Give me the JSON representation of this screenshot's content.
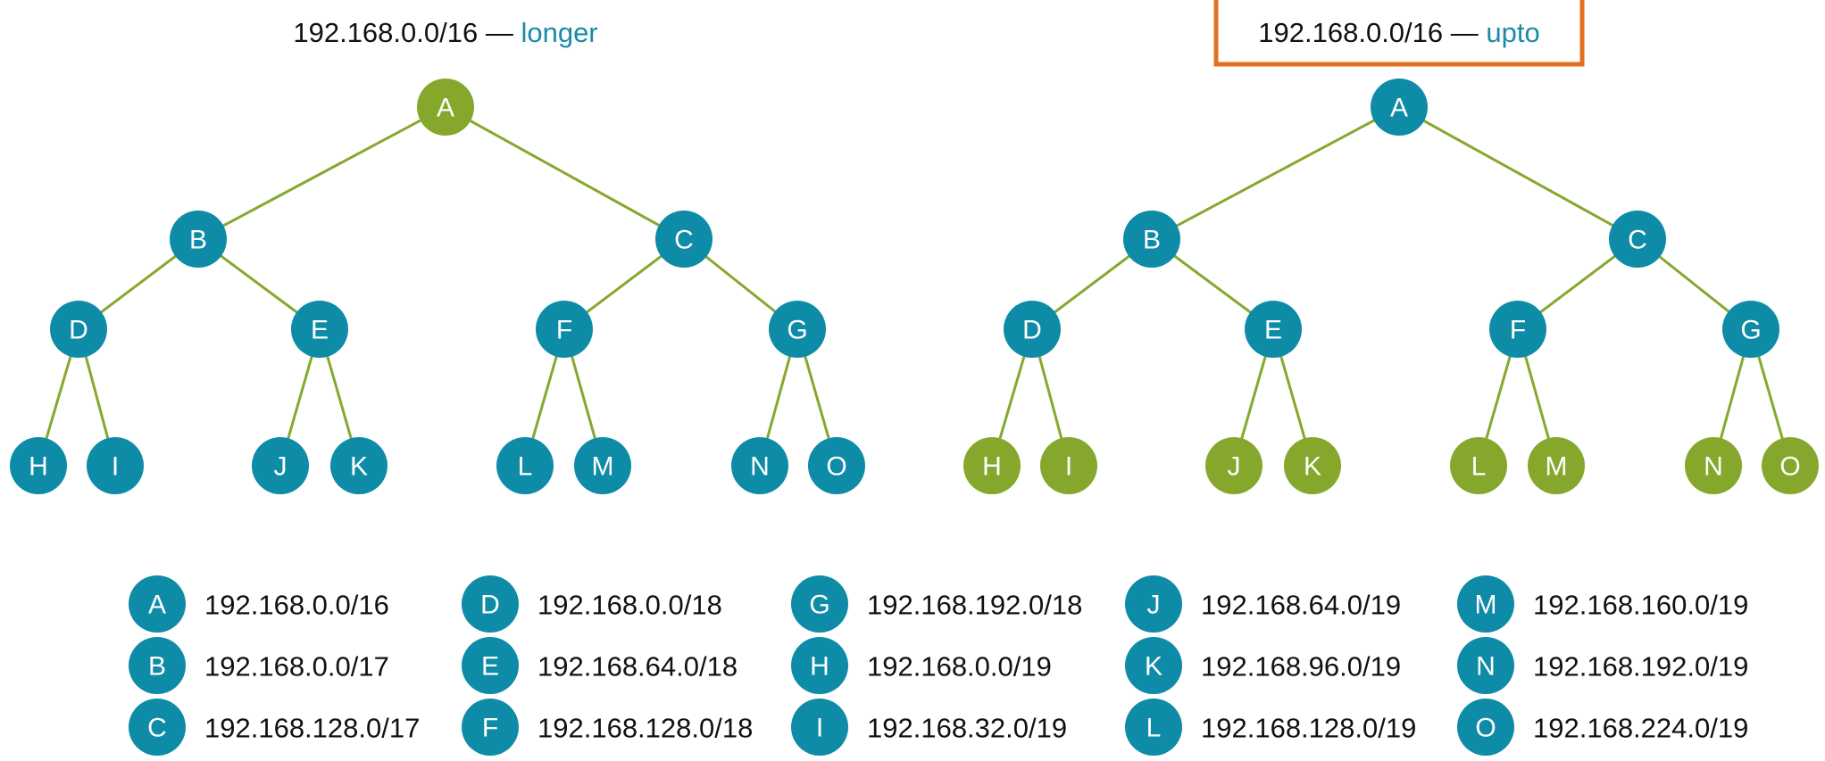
{
  "colors": {
    "blue": "#0e8ba6",
    "green": "#85a82c",
    "highlight_box": "#e2701f",
    "edge": "#86a82e",
    "title_keyword": "#1a8aa8"
  },
  "trees": [
    {
      "title_prefix": "192.168.0.0/16 — ",
      "title_keyword": "longer",
      "highlighted": false,
      "green_nodes": [
        "A"
      ]
    },
    {
      "title_prefix": "192.168.0.0/16 — ",
      "title_keyword": "upto",
      "highlighted": true,
      "green_nodes": [
        "H",
        "I",
        "J",
        "K",
        "L",
        "M",
        "N",
        "O"
      ]
    }
  ],
  "edges": [
    [
      "A",
      "B"
    ],
    [
      "A",
      "C"
    ],
    [
      "B",
      "D"
    ],
    [
      "B",
      "E"
    ],
    [
      "C",
      "F"
    ],
    [
      "C",
      "G"
    ],
    [
      "D",
      "H"
    ],
    [
      "D",
      "I"
    ],
    [
      "E",
      "J"
    ],
    [
      "E",
      "K"
    ],
    [
      "F",
      "L"
    ],
    [
      "F",
      "M"
    ],
    [
      "G",
      "N"
    ],
    [
      "G",
      "O"
    ]
  ],
  "legend": [
    {
      "node": "A",
      "prefix": "192.168.0.0/16"
    },
    {
      "node": "B",
      "prefix": "192.168.0.0/17"
    },
    {
      "node": "C",
      "prefix": "192.168.128.0/17"
    },
    {
      "node": "D",
      "prefix": "192.168.0.0/18"
    },
    {
      "node": "E",
      "prefix": "192.168.64.0/18"
    },
    {
      "node": "F",
      "prefix": "192.168.128.0/18"
    },
    {
      "node": "G",
      "prefix": "192.168.192.0/18"
    },
    {
      "node": "H",
      "prefix": "192.168.0.0/19"
    },
    {
      "node": "I",
      "prefix": "192.168.32.0/19"
    },
    {
      "node": "J",
      "prefix": "192.168.64.0/19"
    },
    {
      "node": "K",
      "prefix": "192.168.96.0/19"
    },
    {
      "node": "L",
      "prefix": "192.168.128.0/19"
    },
    {
      "node": "M",
      "prefix": "192.168.160.0/19"
    },
    {
      "node": "N",
      "prefix": "192.168.192.0/19"
    },
    {
      "node": "O",
      "prefix": "192.168.224.0/19"
    }
  ]
}
